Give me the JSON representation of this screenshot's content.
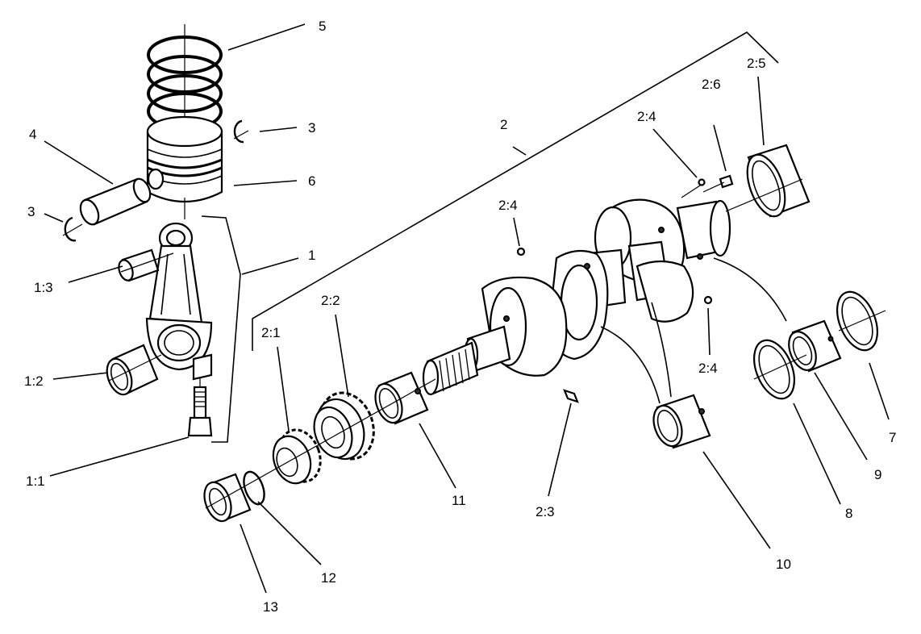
{
  "labels": {
    "l5": "5",
    "l3a": "3",
    "l4": "4",
    "l6": "6",
    "l3b": "3",
    "l1": "1",
    "l1_3": "1:3",
    "l1_2": "1:2",
    "l1_1": "1:1",
    "l2": "2",
    "l2_6": "2:6",
    "l2_5": "2:5",
    "l2_4a": "2:4",
    "l2_4b": "2:4",
    "l2_4c": "2:4",
    "l2_2": "2:2",
    "l2_1": "2:1",
    "l2_3": "2:3",
    "l7": "7",
    "l8": "8",
    "l9": "9",
    "l10": "10",
    "l11": "11",
    "l12": "12",
    "l13": "13"
  }
}
